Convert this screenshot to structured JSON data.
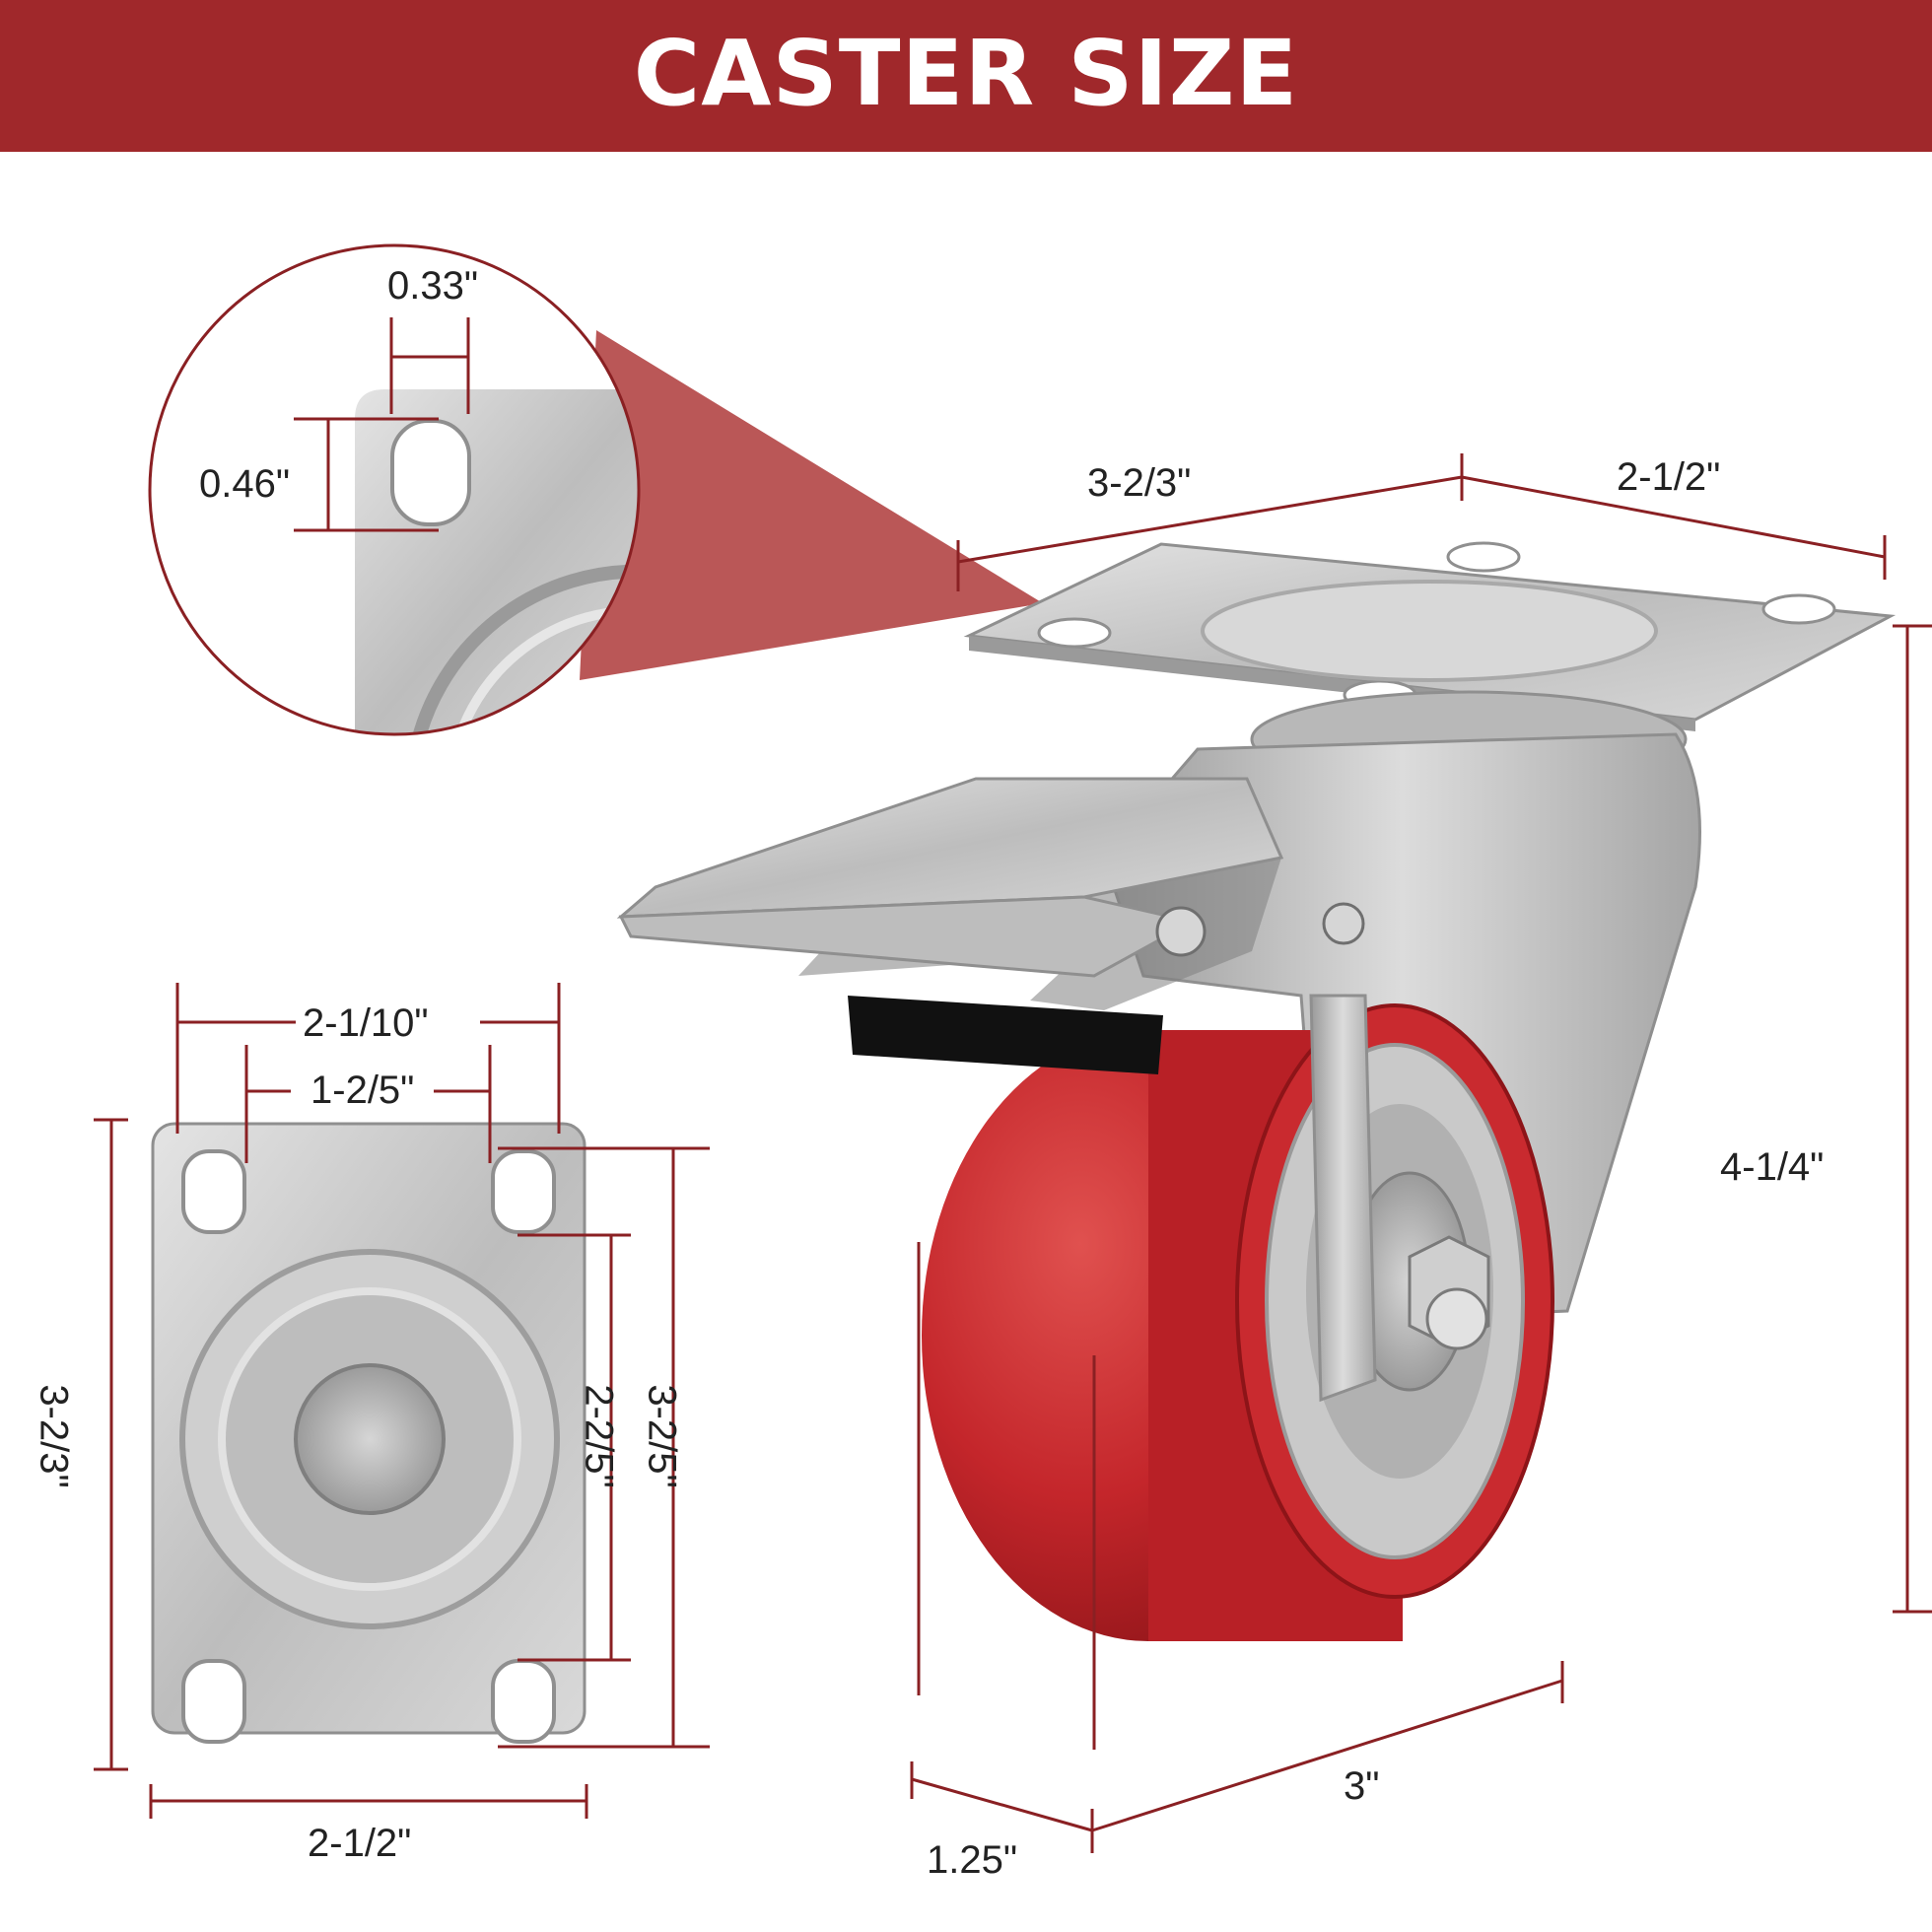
{
  "header": {
    "title": "CASTER SIZE"
  },
  "colors": {
    "banner": "#a0282b",
    "wheel_red": "#c4262b",
    "metal": "#c9c9c9",
    "dim_line": "#8a2023"
  },
  "dimensions": {
    "hole_width": "0.33\"",
    "hole_height": "0.46\"",
    "plate_top_length": "3-2/3\"",
    "plate_top_width": "2-1/2\"",
    "total_height": "4-1/4\"",
    "plate_outer_width": "2-1/10\"",
    "plate_inner_width": "1-2/5\"",
    "plate_length_left": "3-2/3\"",
    "hole_spacing_inner": "2-2/5\"",
    "hole_spacing_outer": "3-2/5\"",
    "plate_bottom_width": "2-1/2\"",
    "wheel_diameter": "3\"",
    "wheel_width": "1.25\""
  }
}
